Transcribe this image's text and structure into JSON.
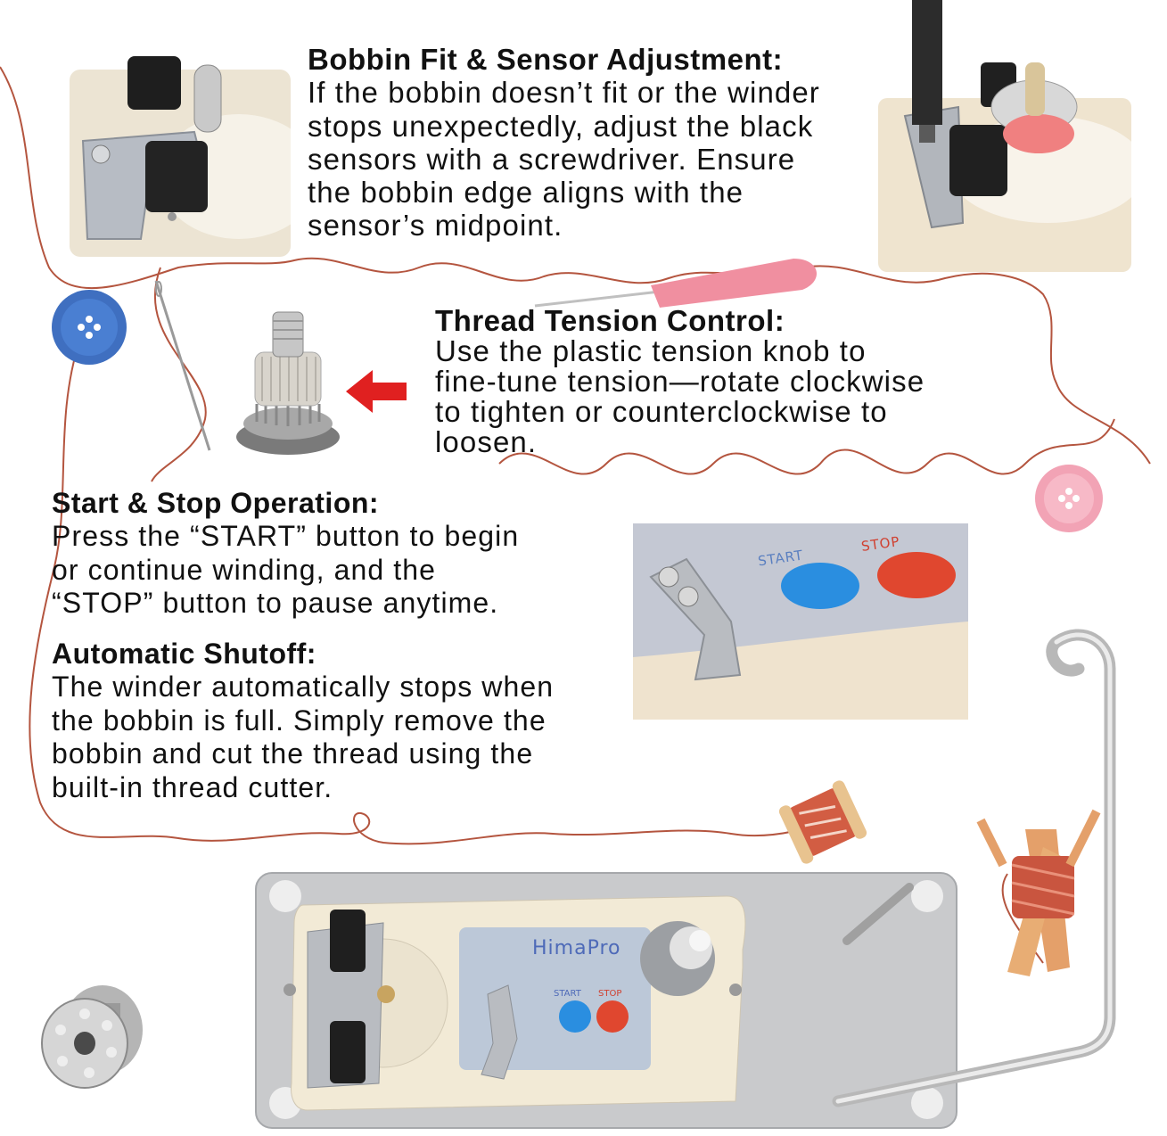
{
  "sections": [
    {
      "id": "bobbin-fit",
      "title": "Bobbin Fit & Sensor Adjustment:",
      "body": "If the bobbin doesn’t fit or the winder\nstops unexpectedly, adjust the black\nsensors with a screwdriver. Ensure\nthe bobbin edge aligns with the\nsensor’s midpoint."
    },
    {
      "id": "thread-tension",
      "title": "Thread Tension Control:",
      "body": "Use the plastic tension knob to\nfine-tune tension—rotate clockwise\nto tighten or counterclockwise to\nloosen."
    },
    {
      "id": "start-stop",
      "title": "Start & Stop Operation:",
      "body": "Press the “START” button to begin\nor continue winding, and the\n“STOP” button to pause anytime."
    },
    {
      "id": "auto-shutoff",
      "title": "Automatic Shutoff:",
      "body": "The winder automatically stops when\nthe bobbin is full. Simply remove the\nbobbin and cut the thread using the\nbuilt-in thread cutter."
    }
  ],
  "closeup_labels": {
    "start": "START",
    "stop": "STOP"
  },
  "device": {
    "brand": "HimaPro",
    "start_label": "START",
    "stop_label": "STOP"
  },
  "colors": {
    "thread": "#b4553f",
    "start_button": "#2a8ee0",
    "stop_button": "#e0472f",
    "device_plate": "#c9cacc",
    "device_panel": "#f2ead6",
    "label_panel": "#bcc8d8",
    "button_blue": "#3f6fc0",
    "button_pink": "#f2a3b5",
    "arrow": "#e02020"
  }
}
